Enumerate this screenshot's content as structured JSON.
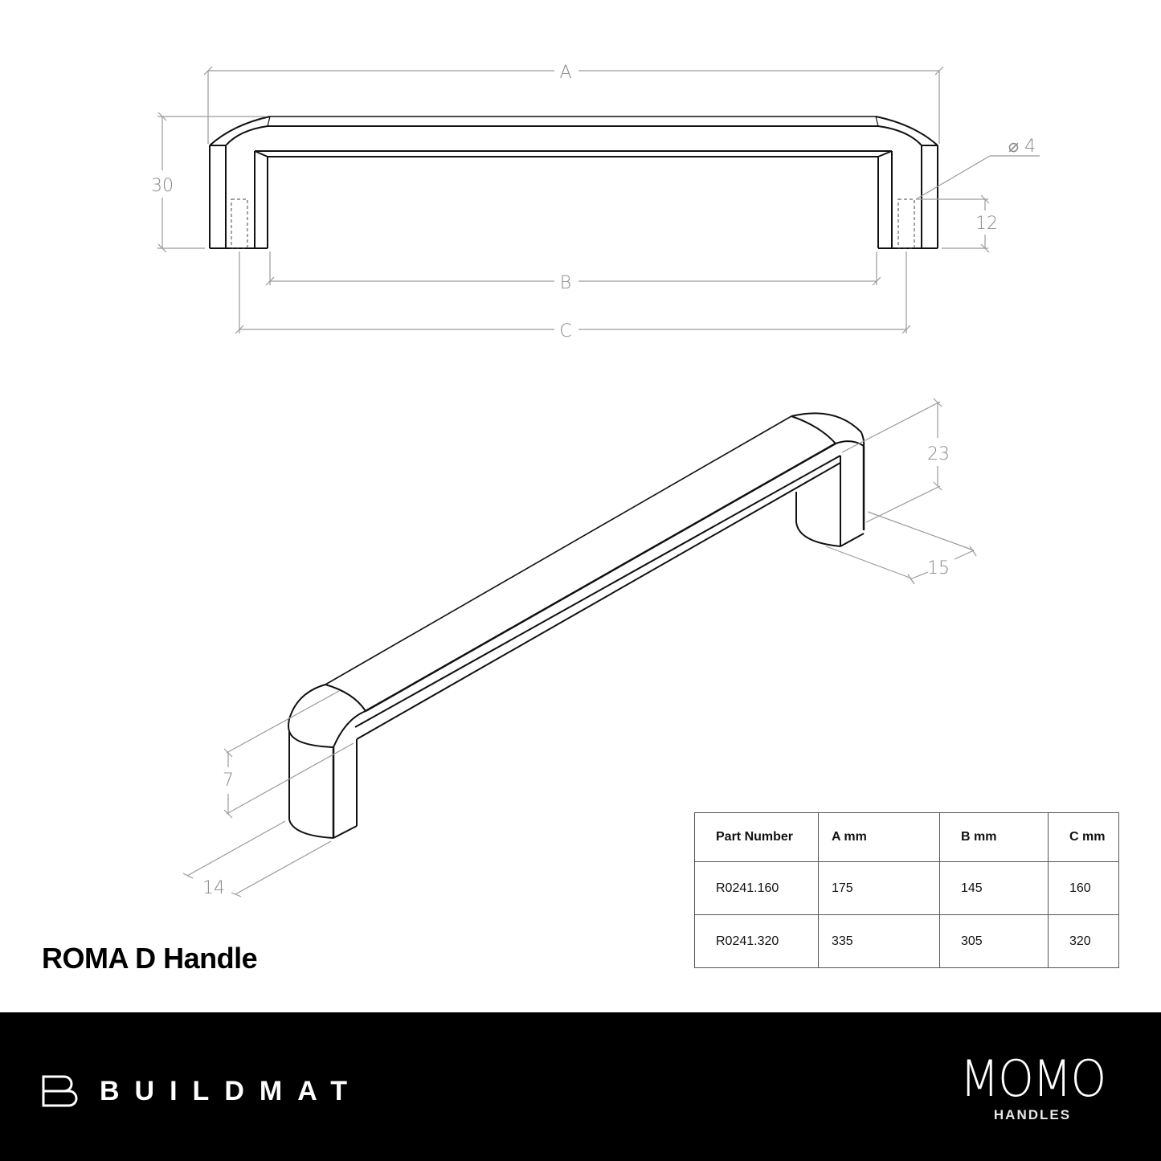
{
  "product": {
    "title": "ROMA D Handle"
  },
  "front_view": {
    "dimensions": {
      "overall_length_label": "A",
      "inner_span_label": "B",
      "hole_centres_label": "C",
      "height": "30",
      "hole_diameter": "⌀ 4",
      "hole_depth": "12"
    }
  },
  "iso_view": {
    "dimensions": {
      "leg_height": "23",
      "leg_depth": "15",
      "bar_thickness": "7",
      "bar_width": "14"
    }
  },
  "spec_table": {
    "headers": [
      "Part Number",
      "A mm",
      "B mm",
      "C mm"
    ],
    "rows": [
      [
        "R0241.160",
        "175",
        "145",
        "160"
      ],
      [
        "R0241.320",
        "335",
        "305",
        "320"
      ]
    ]
  },
  "footer": {
    "brand_left": "BUILDMAT",
    "brand_right": "MOMO",
    "brand_right_sub": "HANDLES",
    "background": "#000000"
  },
  "colors": {
    "line": "#111111",
    "dimension": "#8a8a8a"
  }
}
